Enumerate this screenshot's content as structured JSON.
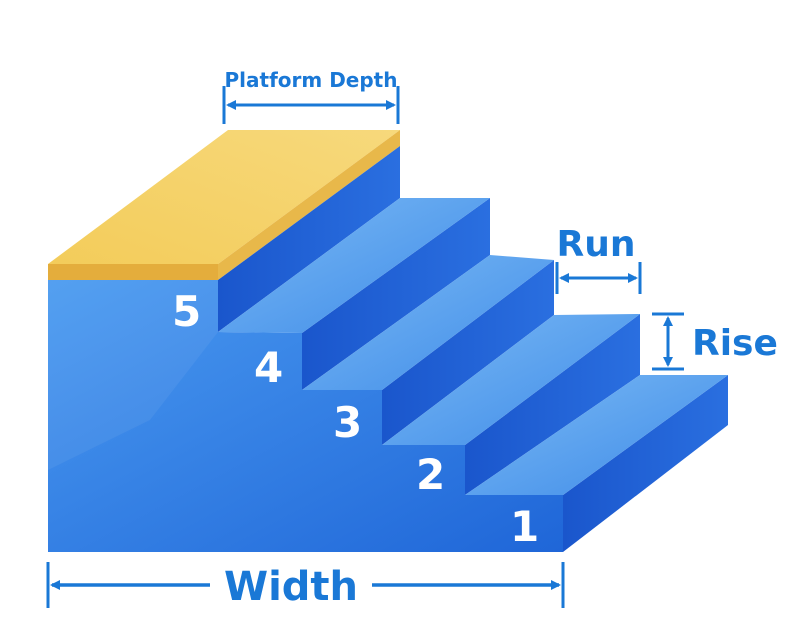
{
  "diagram": {
    "step_numbers": [
      "1",
      "2",
      "3",
      "4",
      "5"
    ],
    "labels": {
      "platform_depth": "Platform Depth",
      "run": "Run",
      "rise": "Rise",
      "width": "Width"
    },
    "colors": {
      "front_face": "#2f7fe0",
      "tread_top": "#5aa5ee",
      "riser_side": "#1d5fd0",
      "side_dark": "#1a4fc0",
      "platform_top": "#f0c24a",
      "platform_edge": "#e0a93a",
      "dimension": "#1a78d6",
      "step_number": "#ffffff"
    }
  }
}
